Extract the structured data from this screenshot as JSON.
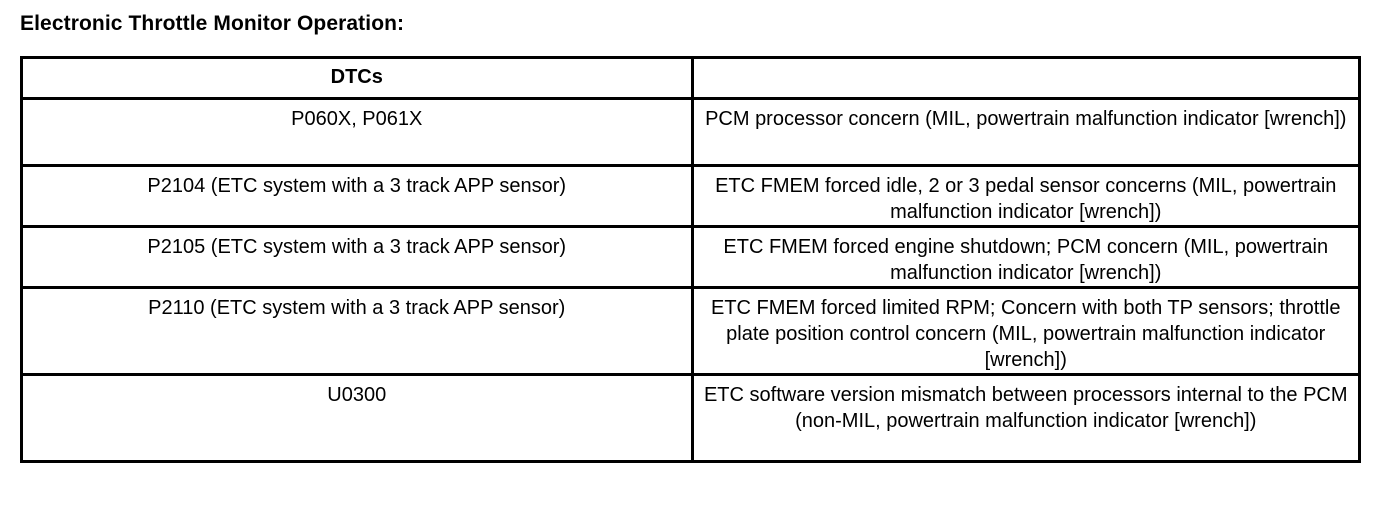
{
  "title": "Electronic Throttle Monitor Operation:",
  "table": {
    "headers": [
      "DTCs",
      ""
    ],
    "rows": [
      {
        "dtc": "P060X, P061X",
        "description": "PCM processor concern (MIL, powertrain malfunction indicator [wrench])"
      },
      {
        "dtc": "P2104 (ETC system with a 3 track APP sensor)",
        "description": "ETC FMEM  forced idle, 2 or 3 pedal sensor concerns (MIL, powertrain malfunction indicator [wrench])"
      },
      {
        "dtc": "P2105 (ETC system with a 3 track APP sensor)",
        "description": "ETC FMEM  forced engine shutdown; PCM concern (MIL, powertrain malfunction indicator [wrench])"
      },
      {
        "dtc": "P2110 (ETC system with a 3 track APP sensor)",
        "description": "ETC FMEM  forced limited RPM; Concern with both TP sensors; throttle plate position control concern (MIL, powertrain malfunction indicator [wrench])"
      },
      {
        "dtc": "U0300",
        "description": "ETC software version mismatch between processors internal to the PCM (non-MIL, powertrain malfunction indicator [wrench])"
      }
    ]
  },
  "colors": {
    "text": "#000000",
    "background": "#ffffff",
    "border": "#000000"
  }
}
